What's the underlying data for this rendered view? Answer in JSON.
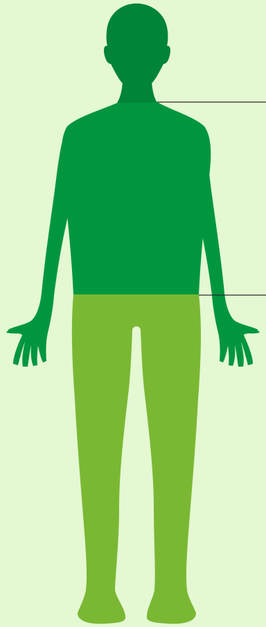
{
  "colors": {
    "background": "#e4f8d2",
    "head_neck": "#008437",
    "torso_arms": "#009640",
    "legs": "#7ab833",
    "leader_lines": "#2b2b2b"
  },
  "regions": [
    {
      "name": "head-and-neck",
      "color_key": "head_neck"
    },
    {
      "name": "torso-and-arms",
      "color_key": "torso_arms"
    },
    {
      "name": "legs",
      "color_key": "legs"
    }
  ],
  "callouts": [
    {
      "target": "neck-base",
      "label": ""
    },
    {
      "target": "waist",
      "label": ""
    }
  ]
}
